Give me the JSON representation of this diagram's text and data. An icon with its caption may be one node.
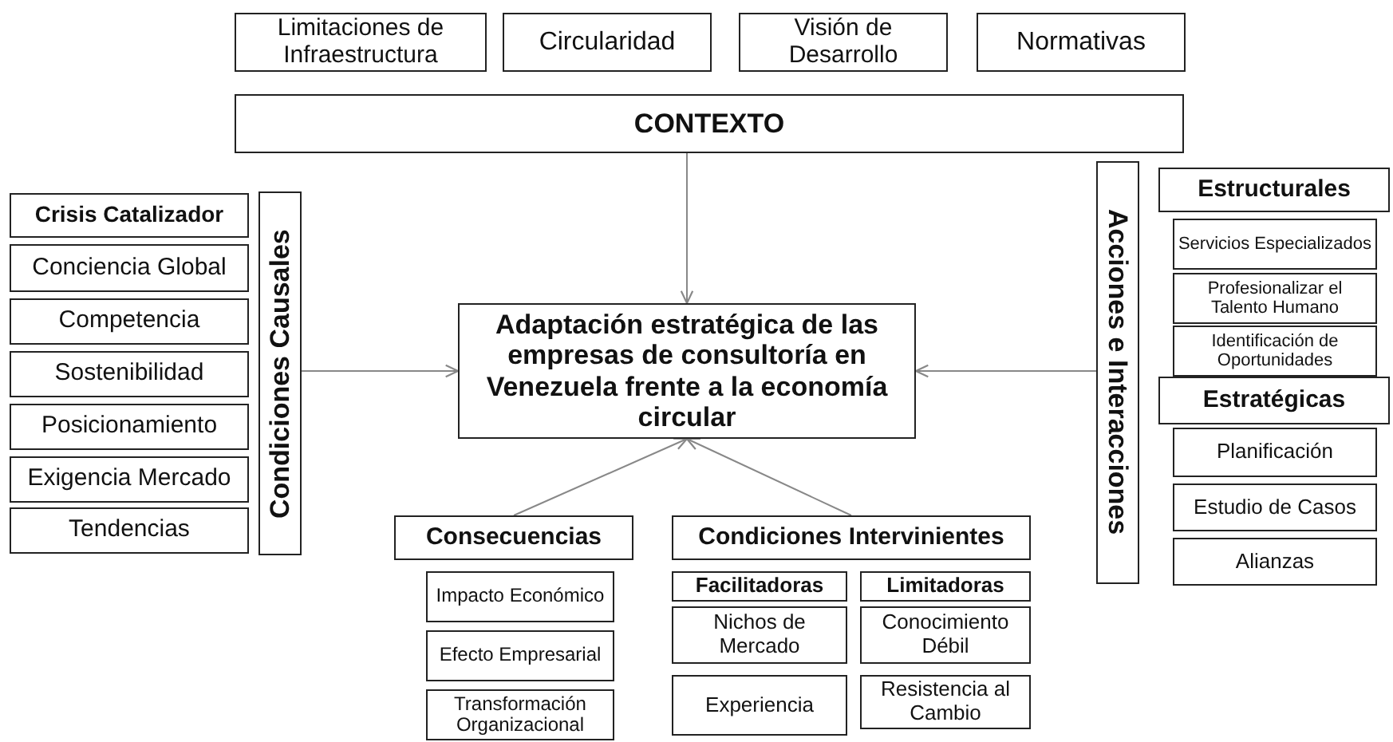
{
  "diagram": {
    "nodes": [
      {
        "text": [
          "Limitaciones de Infraestructura"
        ]
      },
      {
        "text": [
          "Circularidad"
        ]
      },
      {
        "text": [
          "Visión de Desarrollo"
        ]
      },
      {
        "text": [
          "Normativas"
        ]
      },
      {
        "text": [
          "CONTEXTO"
        ]
      },
      {
        "text": [
          "Crisis Catalizador"
        ]
      },
      {
        "text": [
          "Conciencia Global"
        ]
      },
      {
        "text": [
          "Competencia"
        ]
      },
      {
        "text": [
          "Sostenibilidad"
        ]
      },
      {
        "text": [
          "Posicionamiento"
        ]
      },
      {
        "text": [
          "Exigencia Mercado"
        ]
      },
      {
        "text": [
          "Tendencias"
        ]
      },
      {
        "text": [
          "Condiciones Causales"
        ]
      },
      {
        "text": [
          "Adaptación estratégica de las empresas de consultoría en Venezuela frente a la economía circular"
        ]
      },
      {
        "text": [
          "Acciones e Interacciones"
        ]
      },
      {
        "text": [
          "Estructurales"
        ]
      },
      {
        "text": [
          "Servicios Especializados"
        ]
      },
      {
        "text": [
          "Profesionalizar el Talento Humano"
        ]
      },
      {
        "text": [
          "Identificación de Oportunidades"
        ]
      },
      {
        "text": [
          "Estratégicas"
        ]
      },
      {
        "text": [
          "Planificación"
        ]
      },
      {
        "text": [
          "Estudio de Casos"
        ]
      },
      {
        "text": [
          "Alianzas"
        ]
      },
      {
        "text": [
          "Consecuencias"
        ]
      },
      {
        "text": [
          "Impacto Económico"
        ]
      },
      {
        "text": [
          "Efecto Empresarial"
        ]
      },
      {
        "text": [
          "Transformación Organizacional"
        ]
      },
      {
        "text": [
          "Condiciones Intervinientes"
        ]
      },
      {
        "text": [
          "Facilitadoras"
        ]
      },
      {
        "text": [
          "Limitadoras"
        ]
      },
      {
        "text": [
          "Nichos de Mercado"
        ]
      },
      {
        "text": [
          "Experiencia"
        ]
      },
      {
        "text": [
          "Conocimiento Débil"
        ]
      },
      {
        "text": [
          "Resistencia al Cambio"
        ]
      }
    ],
    "edges": [
      {
        "from": 4,
        "to": 13,
        "arrow": "to"
      },
      {
        "from": 12,
        "to": 13,
        "arrow": "to"
      },
      {
        "from": 14,
        "to": 13,
        "arrow": "to"
      },
      {
        "from": 23,
        "to": 13,
        "arrow": "to"
      },
      {
        "from": 27,
        "to": 13,
        "arrow": "to"
      }
    ]
  }
}
